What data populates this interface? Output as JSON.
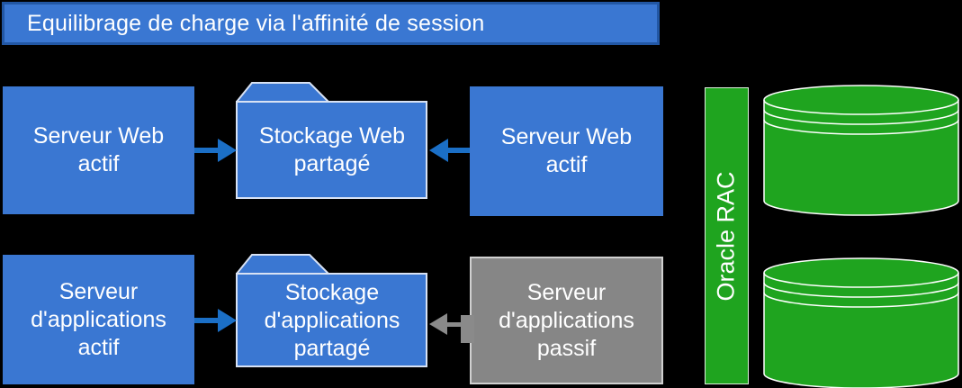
{
  "title": "Equilibrage de charge via l'affinité de session",
  "colors": {
    "blue": "#3a77d2",
    "title_border": "#2257a4",
    "arrow_blue": "#1b6fc6",
    "green": "#1fa41f",
    "gray": "#868686",
    "gray_border": "#d0d0d0",
    "gray_arrow": "#8a8a8a",
    "folder_border": "#d8e2f4",
    "text": "#ffffff",
    "bg": "#000000"
  },
  "diagram": {
    "web_server_active_left": {
      "lines": [
        "Serveur Web",
        "actif"
      ]
    },
    "web_storage_shared": {
      "lines": [
        "Stockage Web",
        "partagé"
      ]
    },
    "web_server_active_right": {
      "lines": [
        "Serveur Web",
        "actif"
      ]
    },
    "app_server_active": {
      "lines": [
        "Serveur",
        "d'applications",
        "actif"
      ]
    },
    "app_storage_shared": {
      "lines": [
        "Stockage",
        "d'applications",
        "partagé"
      ]
    },
    "app_server_passive": {
      "lines": [
        "Serveur",
        "d'applications",
        "passif"
      ]
    },
    "oracle_rac": {
      "label": "Oracle RAC"
    },
    "databases": {
      "count": 2
    }
  },
  "connections": [
    {
      "from": "web_server_active_left",
      "to": "web_storage_shared",
      "style": "blue-solid-arrow"
    },
    {
      "from": "web_server_active_right",
      "to": "web_storage_shared",
      "style": "blue-solid-arrow"
    },
    {
      "from": "app_server_active",
      "to": "app_storage_shared",
      "style": "blue-solid-arrow"
    },
    {
      "from": "app_server_passive",
      "to": "app_storage_shared",
      "style": "gray-solid-arrow"
    }
  ]
}
